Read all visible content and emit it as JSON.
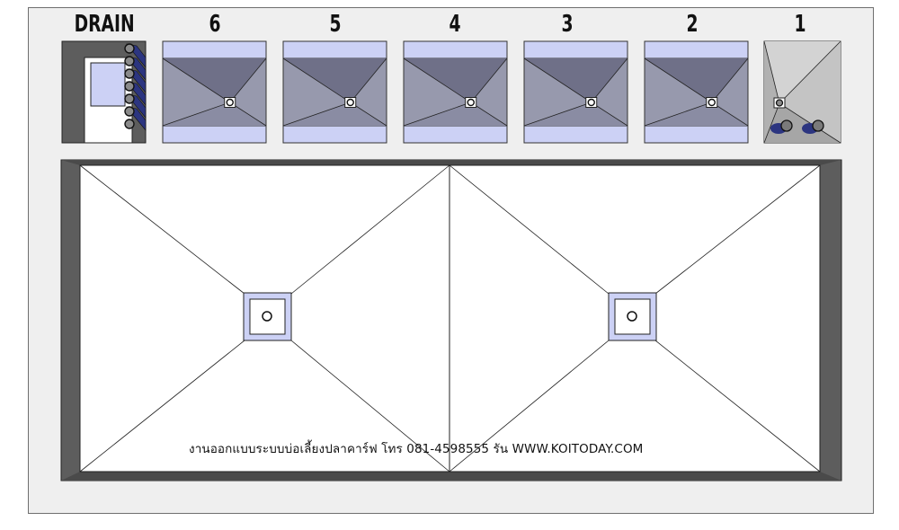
{
  "labels": {
    "drain": "DRAIN",
    "tank6": "6",
    "tank5": "5",
    "tank4": "4",
    "tank3": "3",
    "tank2": "2",
    "tank1": "1"
  },
  "caption": "งานออกแบบระบบบ่อเลี้ยงปลาคาร์ฟ โทร 081-4598555 รัน WWW.KOITODAY.COM",
  "colors": {
    "background": "#efefef",
    "lavender": "#ccd1f5",
    "filter_dark": "#6f7088",
    "filter_light": "#9799ad",
    "wall": "#5d5d5d",
    "pipe_blue": "#2c3580",
    "pond_floor": "#ffffff"
  }
}
